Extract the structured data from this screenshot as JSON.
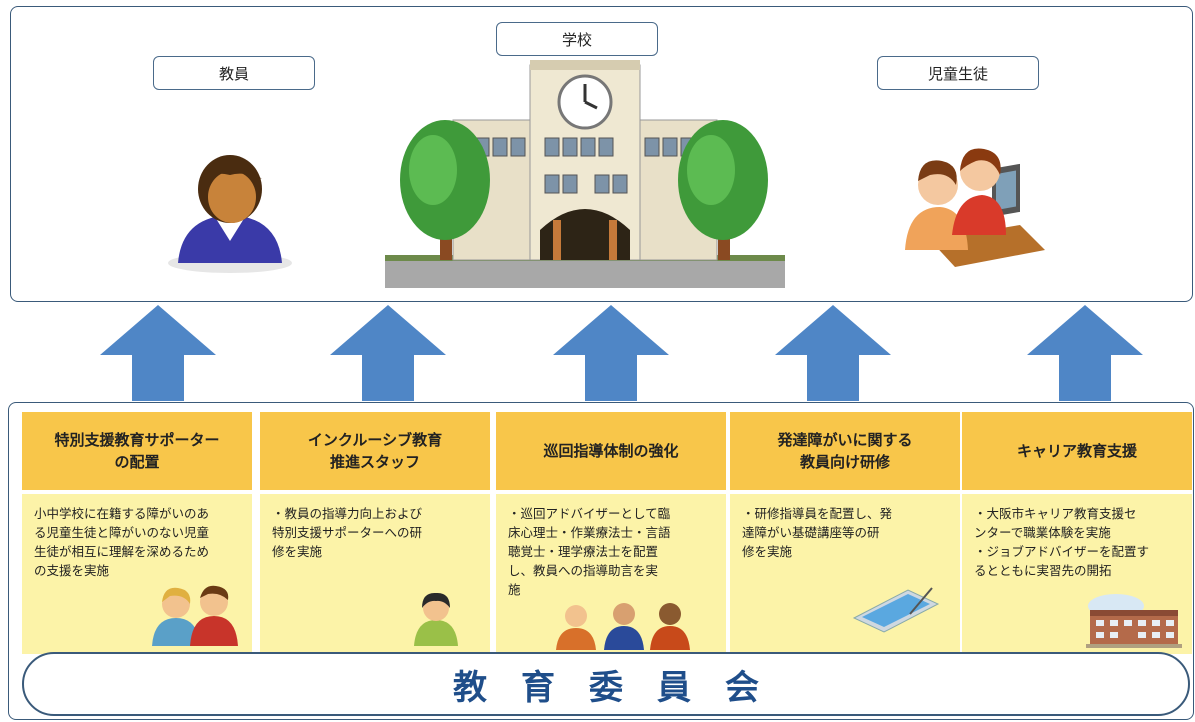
{
  "top": {
    "teacher_label": "教員",
    "school_label": "学校",
    "student_label": "児童生徒"
  },
  "columns": [
    {
      "title": "特別支援教育サポーター\nの配置",
      "body": "小中学校に在籍する障がいのあ\nる児童生徒と障がいのない児童\n生徒が相互に理解を深めるため\nの支援を実施"
    },
    {
      "title": "インクルーシブ教育\n推進スタッフ",
      "body": "・教員の指導力向上および\n特別支援サポーターへの研\n修を実施"
    },
    {
      "title": "巡回指導体制の強化",
      "body": "・巡回アドバイザーとして臨\n床心理士・作業療法士・言語\n聴覚士・理学療法士を配置\nし、教員への指導助言を実\n施"
    },
    {
      "title": "発達障がいに関する\n教員向け研修",
      "body": "・研修指導員を配置し、発\n達障がい基礎講座等の研\n修を実施"
    },
    {
      "title": "キャリア教育支援",
      "body": "・大阪市キャリア教育支援セ\nンターで職業体験を実施\n・ジョブアドバイザーを配置す\nるとともに実習先の開拓"
    }
  ],
  "bottom": {
    "board_label": "教育委員会"
  },
  "colors": {
    "arrow": "#4f86c6",
    "header": "#f8c64a",
    "body": "#fcf3a8",
    "border": "#3a5a7a",
    "board_text": "#1f4e8a"
  }
}
